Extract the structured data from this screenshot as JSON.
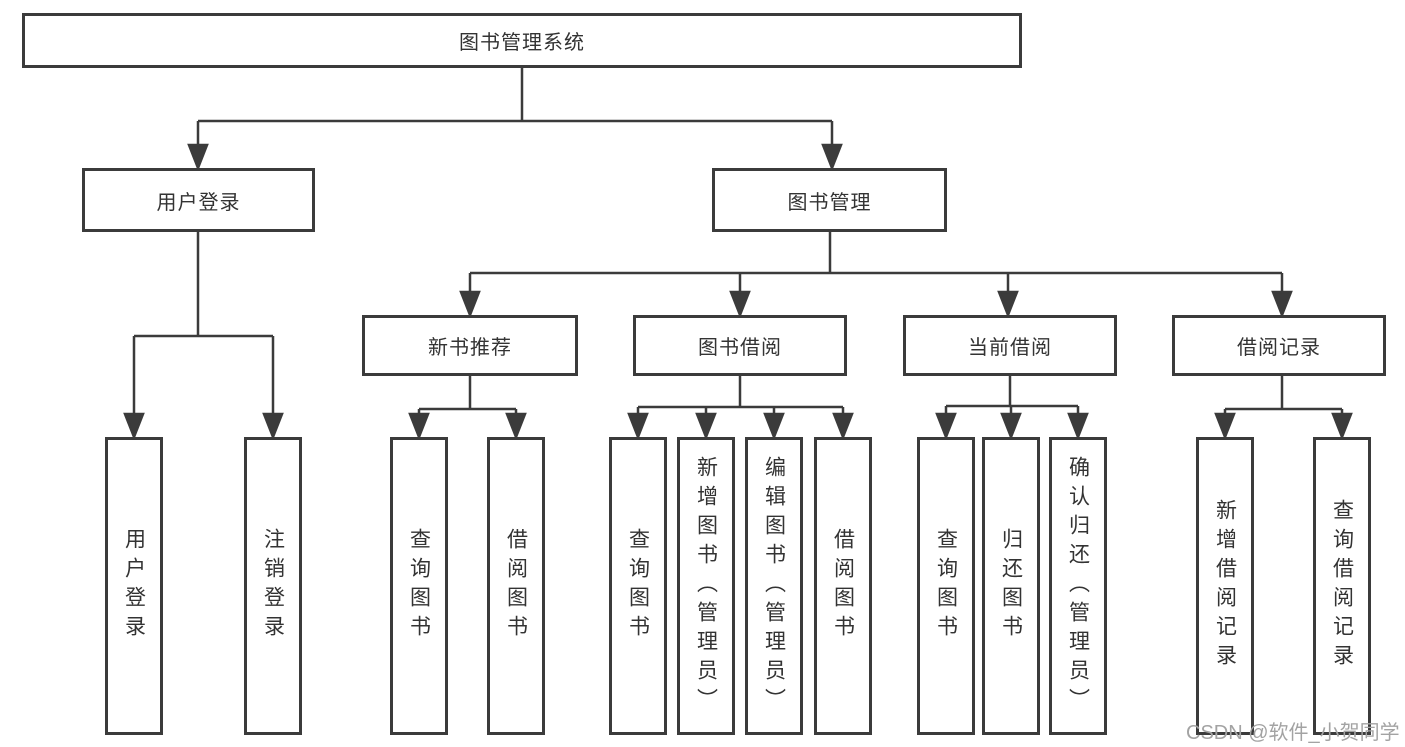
{
  "diagram_title": "图书管理系统",
  "watermark": "CSDN @软件_小贺同学",
  "colors": {
    "line": "#3b3b3b",
    "box_border": "#3b3b3b",
    "box_background": "#ffffff",
    "text": "#333333",
    "watermark": "#a3a3a3"
  },
  "nodes": {
    "root": "图书管理系统",
    "user_login": "用户登录",
    "book_mgmt": "图书管理",
    "new_book_rec": "新书推荐",
    "book_borrow": "图书借阅",
    "current_borrow": "当前借阅",
    "borrow_records": "借阅记录",
    "leaf_user_login": "用户登录",
    "leaf_logout": "注销登录",
    "leaf_query_book_newrec": "查询图书",
    "leaf_borrow_book_newrec": "借阅图书",
    "leaf_query_book_borrow": "查询图书",
    "leaf_add_book_admin": "新增图书（管理员）",
    "leaf_edit_book_admin": "编辑图书（管理员）",
    "leaf_borrow_book_borrow": "借阅图书",
    "leaf_query_book_current": "查询图书",
    "leaf_return_book": "归还图书",
    "leaf_confirm_return_admin": "确认归还（管理员）",
    "leaf_add_borrow_record": "新增借阅记录",
    "leaf_query_borrow_record": "查询借阅记录"
  },
  "hierarchy": {
    "图书管理系统": {
      "用户登录": [
        "用户登录",
        "注销登录"
      ],
      "图书管理": {
        "新书推荐": [
          "查询图书",
          "借阅图书"
        ],
        "图书借阅": [
          "查询图书",
          "新增图书（管理员）",
          "编辑图书（管理员）",
          "借阅图书"
        ],
        "当前借阅": [
          "查询图书",
          "归还图书",
          "确认归还（管理员）"
        ],
        "借阅记录": [
          "新增借阅记录",
          "查询借阅记录"
        ]
      }
    }
  }
}
